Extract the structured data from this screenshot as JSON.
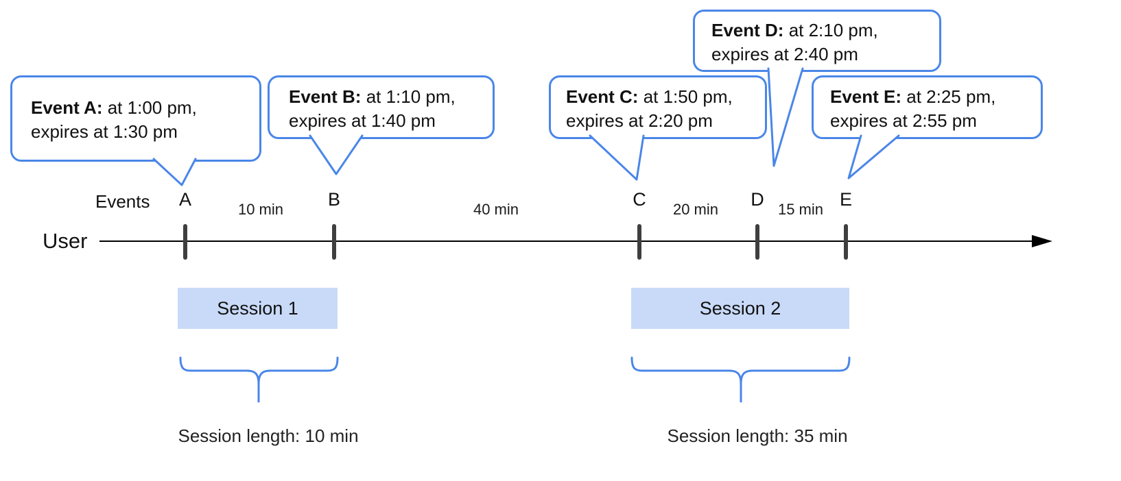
{
  "colors": {
    "accent_blue": "#4a86e8",
    "session_fill": "#c9daf8",
    "tick_gray": "#3f3f3f",
    "timeline_black": "#000000"
  },
  "axis": {
    "user_label": "User",
    "events_label": "Events"
  },
  "events": [
    {
      "letter": "A"
    },
    {
      "letter": "B"
    },
    {
      "letter": "C"
    },
    {
      "letter": "D"
    },
    {
      "letter": "E"
    }
  ],
  "intervals": [
    {
      "label": "10 min"
    },
    {
      "label": "40 min"
    },
    {
      "label": "20 min"
    },
    {
      "label": "15 min"
    }
  ],
  "bubbles": [
    {
      "title": "Event A:",
      "rest": " at 1:00 pm,",
      "line2": "expires at 1:30 pm"
    },
    {
      "title": "Event B:",
      "rest": " at 1:10 pm,",
      "line2": "expires at 1:40 pm"
    },
    {
      "title": "Event C:",
      "rest": " at 1:50 pm,",
      "line2": "expires at 2:20 pm"
    },
    {
      "title": "Event D:",
      "rest": " at 2:10 pm,",
      "line2": "expires at 2:40 pm"
    },
    {
      "title": "Event E:",
      "rest": " at 2:25 pm,",
      "line2": "expires at 2:55 pm"
    }
  ],
  "sessions": [
    {
      "label": "Session 1",
      "length": "Session length: 10 min"
    },
    {
      "label": "Session 2",
      "length": "Session length: 35 min"
    }
  ]
}
